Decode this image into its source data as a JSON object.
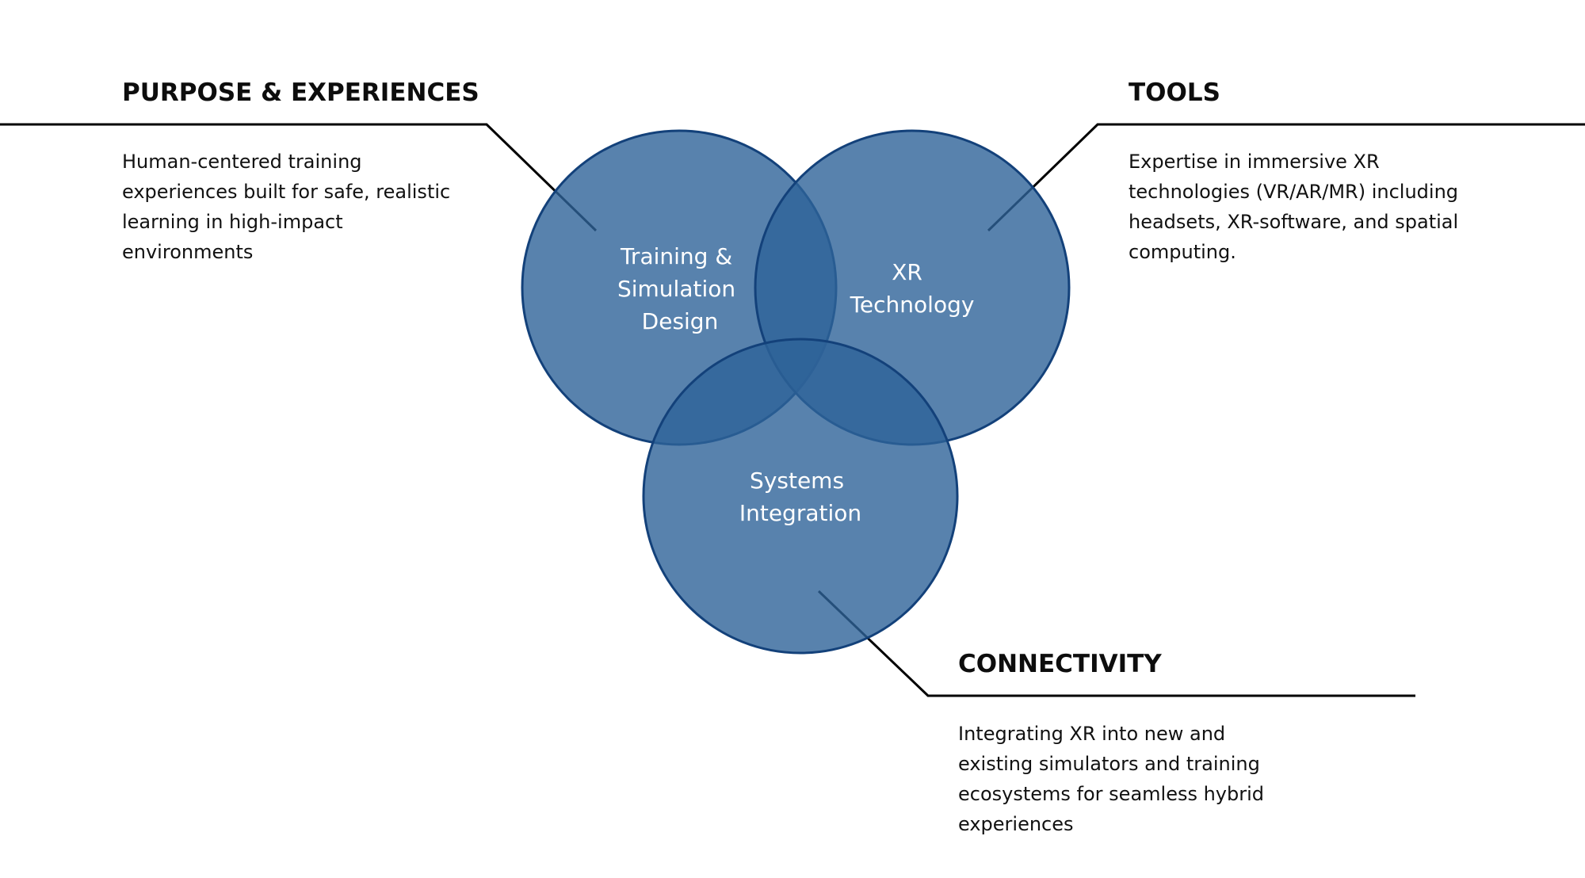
{
  "colors": {
    "circle_fill": "#2e6399",
    "circle_stroke": "#13417a",
    "circle_text": "#ffffff",
    "line": "#000000",
    "text": "#111111"
  },
  "circles": [
    {
      "id": "training-simulation-design",
      "lines": [
        "Training &",
        "Simulation",
        "Design"
      ]
    },
    {
      "id": "xr-technology",
      "lines": [
        "XR",
        "Technology"
      ]
    },
    {
      "id": "systems-integration",
      "lines": [
        "Systems",
        "Integration"
      ]
    }
  ],
  "sections": {
    "purpose": {
      "heading": "PURPOSE & EXPERIENCES",
      "lines": [
        "Human-centered training",
        "experiences built for safe, realistic",
        "learning in high-impact",
        "environments"
      ]
    },
    "tools": {
      "heading": "TOOLS",
      "lines": [
        "Expertise in immersive XR",
        "technologies (VR/AR/MR) including",
        "headsets, XR-software, and spatial",
        "computing."
      ]
    },
    "connectivity": {
      "heading": "CONNECTIVITY",
      "lines": [
        "Integrating XR into new and",
        "existing simulators and training",
        "ecosystems for seamless hybrid",
        "experiences"
      ]
    }
  }
}
